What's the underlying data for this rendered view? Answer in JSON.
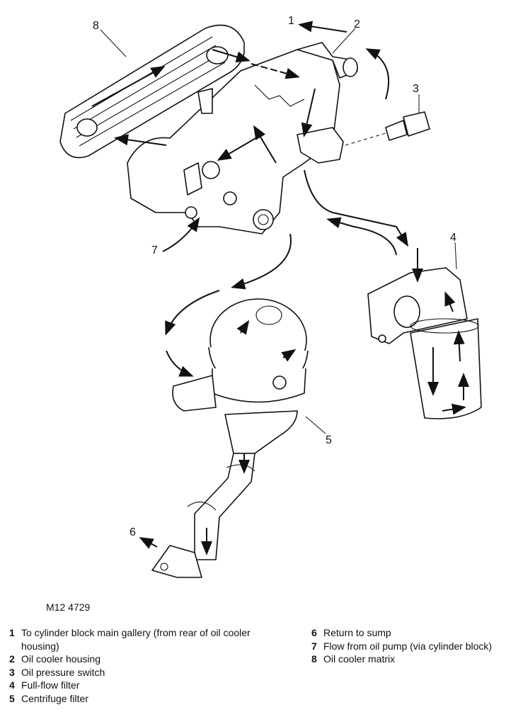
{
  "diagram": {
    "callouts": [
      "1",
      "2",
      "3",
      "4",
      "5",
      "6",
      "7",
      "8"
    ],
    "reference": "M12 4729"
  },
  "legend": {
    "left": [
      {
        "num": "1",
        "text": "To cylinder block main gallery (from rear of oil cooler housing)"
      },
      {
        "num": "2",
        "text": "Oil cooler housing"
      },
      {
        "num": "3",
        "text": "Oil pressure switch"
      },
      {
        "num": "4",
        "text": "Full-flow filter"
      },
      {
        "num": "5",
        "text": "Centrifuge filter"
      }
    ],
    "right": [
      {
        "num": "6",
        "text": "Return to sump"
      },
      {
        "num": "7",
        "text": "Flow from oil pump (via cylinder block)"
      },
      {
        "num": "8",
        "text": "Oil cooler matrix"
      }
    ]
  }
}
